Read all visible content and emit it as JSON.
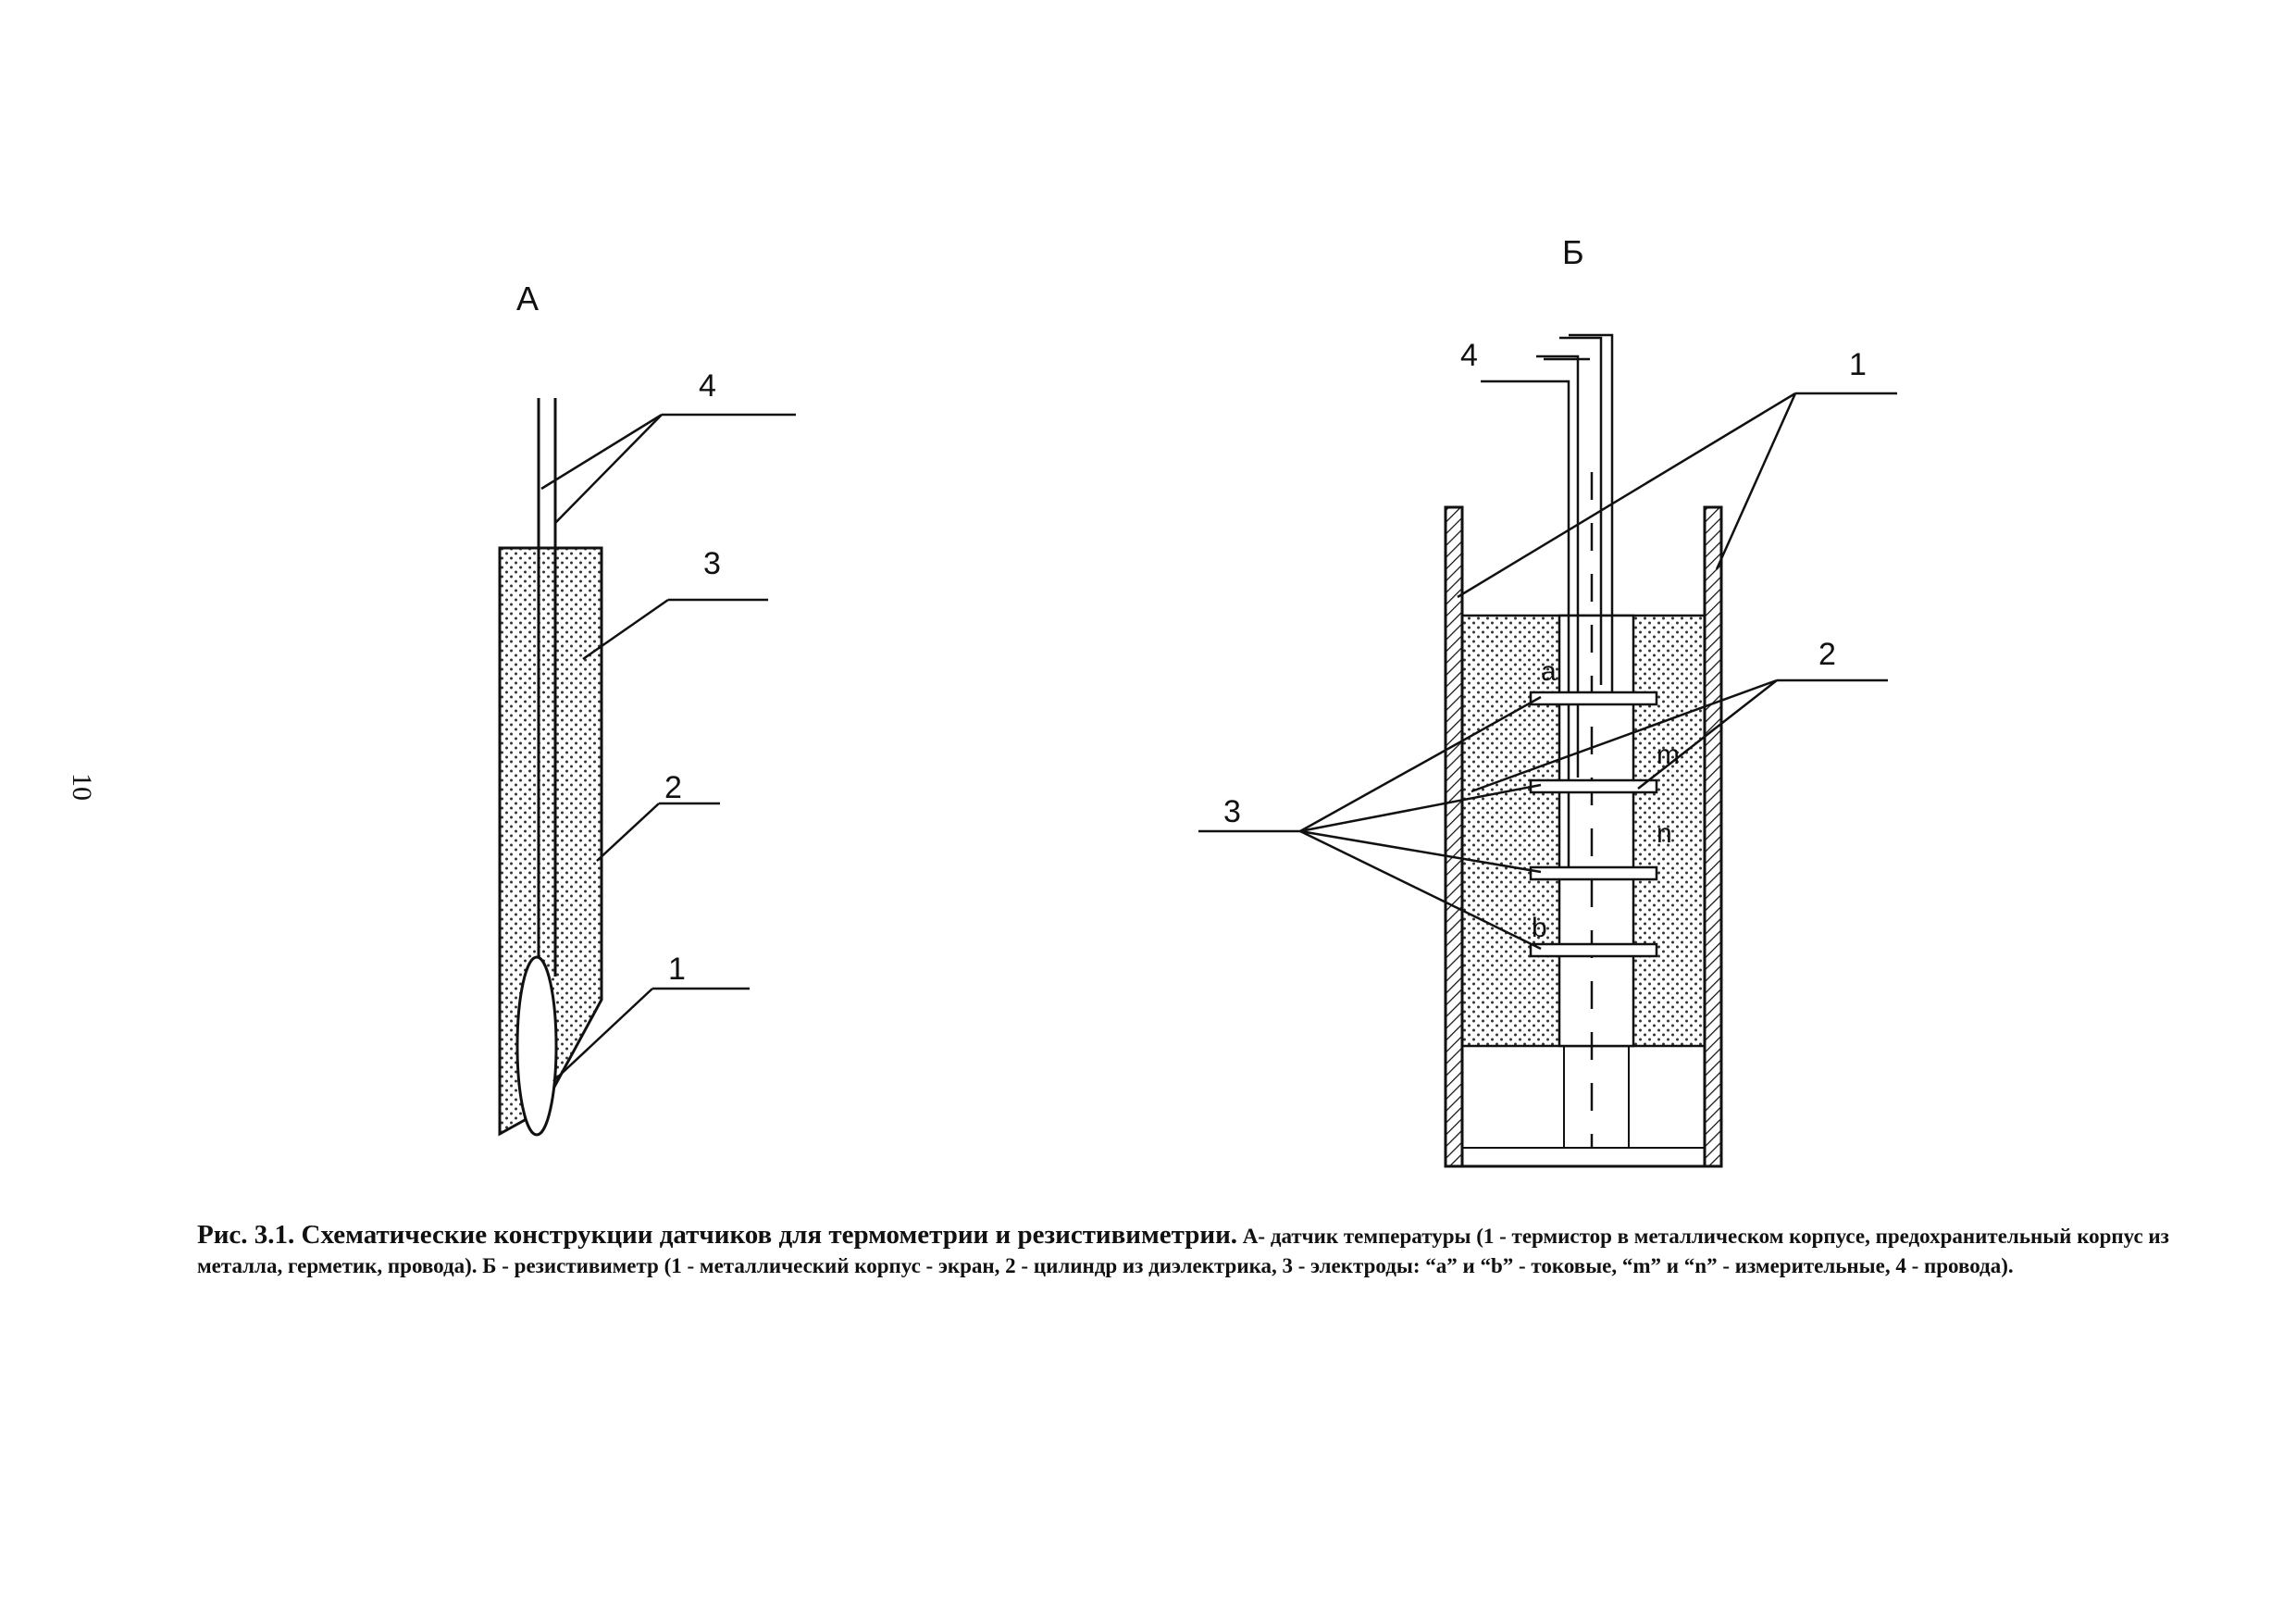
{
  "page_number": "10",
  "diagram_a": {
    "title": "А",
    "labels": [
      "4",
      "3",
      "2",
      "1"
    ]
  },
  "diagram_b": {
    "title": "Б",
    "labels": [
      "4",
      "1",
      "2",
      "3"
    ],
    "electrodes": [
      "a",
      "m",
      "n",
      "b"
    ]
  },
  "caption": {
    "head": "Рис. 3.1.  Схематические конструкции датчиков для термометрии и резистивиметрии.",
    "body": "А- датчик температуры (1 - термистор в металлическом корпусе, предохранительный корпус из металла, герметик, провода).  Б - резистивиметр (1 - металлический корпус - экран, 2 - цилиндр из диэлектрика, 3 - электроды: “a” и “b” - токовые,   “m” и “n” - измерительные, 4 - провода)."
  }
}
